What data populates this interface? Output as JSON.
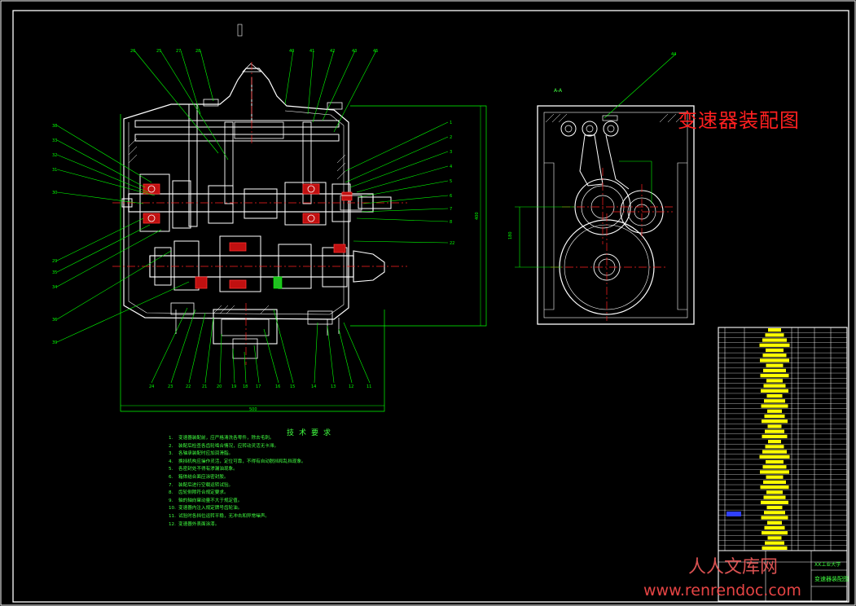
{
  "drawing_title": "变速器装配图",
  "section_label": "A-A",
  "tech_requirements": {
    "title": "技术要求",
    "items": [
      {
        "num": "1.",
        "text": "变速器装配前，应严格清洗各零件，除去毛刺。"
      },
      {
        "num": "2.",
        "text": "装配后检查各齿轮啮合情况，应转动灵活无卡滞。"
      },
      {
        "num": "3.",
        "text": "各轴承装配时应加润滑脂。"
      },
      {
        "num": "4.",
        "text": "换挡机构应操作灵活，定位可靠，不得有自动脱挡和乱挡现象。"
      },
      {
        "num": "5.",
        "text": "各密封处不得有渗漏油现象。"
      },
      {
        "num": "6.",
        "text": "箱体结合面应涂密封胶。"
      },
      {
        "num": "7.",
        "text": "装配后进行空载运转试验。"
      },
      {
        "num": "8.",
        "text": "齿轮侧隙符合规定要求。"
      },
      {
        "num": "9.",
        "text": "轴的轴向窜动量不大于规定值。"
      },
      {
        "num": "10.",
        "text": "变速器内注入规定牌号齿轮油。"
      },
      {
        "num": "11.",
        "text": "试验时各挡位运转平稳，无冲击和异常噪声。"
      },
      {
        "num": "12.",
        "text": "变速器外表面涂漆。"
      }
    ]
  },
  "title_block": {
    "school": "XX工业大学",
    "drawing_name": "变速器装配图"
  },
  "watermark": {
    "cn": "人人文库网",
    "url": "www.renrendoc.com"
  },
  "colors": {
    "background": "#000000",
    "outline": "#ffffff",
    "leader": "#00ff00",
    "centerline": "#ff2020",
    "highlight": "#ffff00",
    "frame": "#ffffff"
  }
}
